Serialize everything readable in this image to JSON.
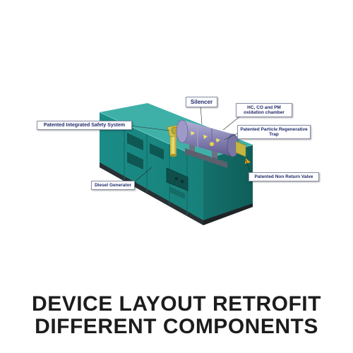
{
  "labels": {
    "silencer": "Silencer",
    "oxidation_chamber": "HC, CO and PM oxidation chamber",
    "safety_system": "Patented Integrated Safety System",
    "particle_trap": "Patented Particle Regenerative Trap",
    "non_return_valve": "Patented Non Return Valve",
    "diesel_generator": "Diesel Generator"
  },
  "heading": {
    "line1": "DEVICE LAYOUT RETROFIT",
    "line2": "DIFFERENT COMPONENTS"
  },
  "colors": {
    "generator_body": "#1f9a93",
    "generator_dark": "#14716c",
    "generator_top": "#3fb3ab",
    "retrofit_device": "#8a87b8",
    "pipe_yellow": "#d9c94a",
    "callout_text": "#1f2a6b"
  }
}
